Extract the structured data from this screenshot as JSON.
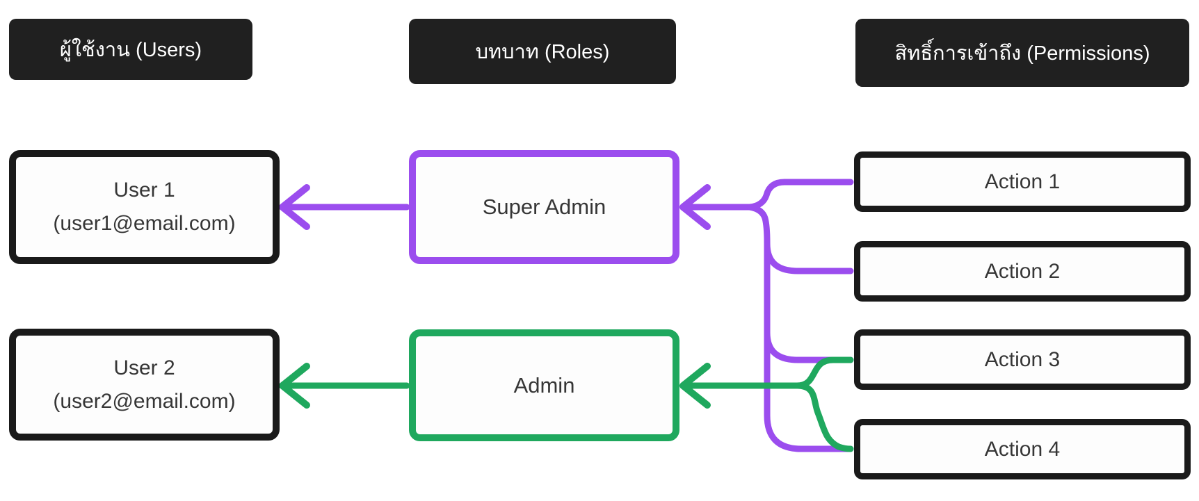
{
  "diagram": {
    "headers": {
      "users": "ผู้ใช้งาน (Users)",
      "roles": "บทบาท (Roles)",
      "permissions": "สิทธิ์การเข้าถึง (Permissions)"
    },
    "users": [
      {
        "name": "User 1",
        "email": "(user1@email.com)"
      },
      {
        "name": "User 2",
        "email": "(user2@email.com)"
      }
    ],
    "roles": [
      {
        "label": "Super Admin",
        "color": "#9b4dee"
      },
      {
        "label": "Admin",
        "color": "#1fa85e"
      }
    ],
    "permissions": [
      {
        "label": "Action 1"
      },
      {
        "label": "Action 2"
      },
      {
        "label": "Action 3"
      },
      {
        "label": "Action 4"
      }
    ],
    "edges": [
      {
        "from": "Super Admin",
        "to": "User 1",
        "color": "#9b4dee"
      },
      {
        "from": "Admin",
        "to": "User 2",
        "color": "#1fa85e"
      },
      {
        "from": "Action 1",
        "to": "Super Admin",
        "color": "#9b4dee"
      },
      {
        "from": "Action 2",
        "to": "Super Admin",
        "color": "#9b4dee"
      },
      {
        "from": "Action 3",
        "to": "Super Admin",
        "color": "#9b4dee"
      },
      {
        "from": "Action 4",
        "to": "Super Admin",
        "color": "#9b4dee"
      },
      {
        "from": "Action 3",
        "to": "Admin",
        "color": "#1fa85e"
      },
      {
        "from": "Action 4",
        "to": "Admin",
        "color": "#1fa85e"
      }
    ],
    "colors": {
      "purple": "#9b4dee",
      "green": "#1fa85e",
      "header_bg": "#202020",
      "header_text": "#ffffff",
      "node_border": "#1a1a1a",
      "node_text": "#363636",
      "background": "#ffffff"
    }
  }
}
